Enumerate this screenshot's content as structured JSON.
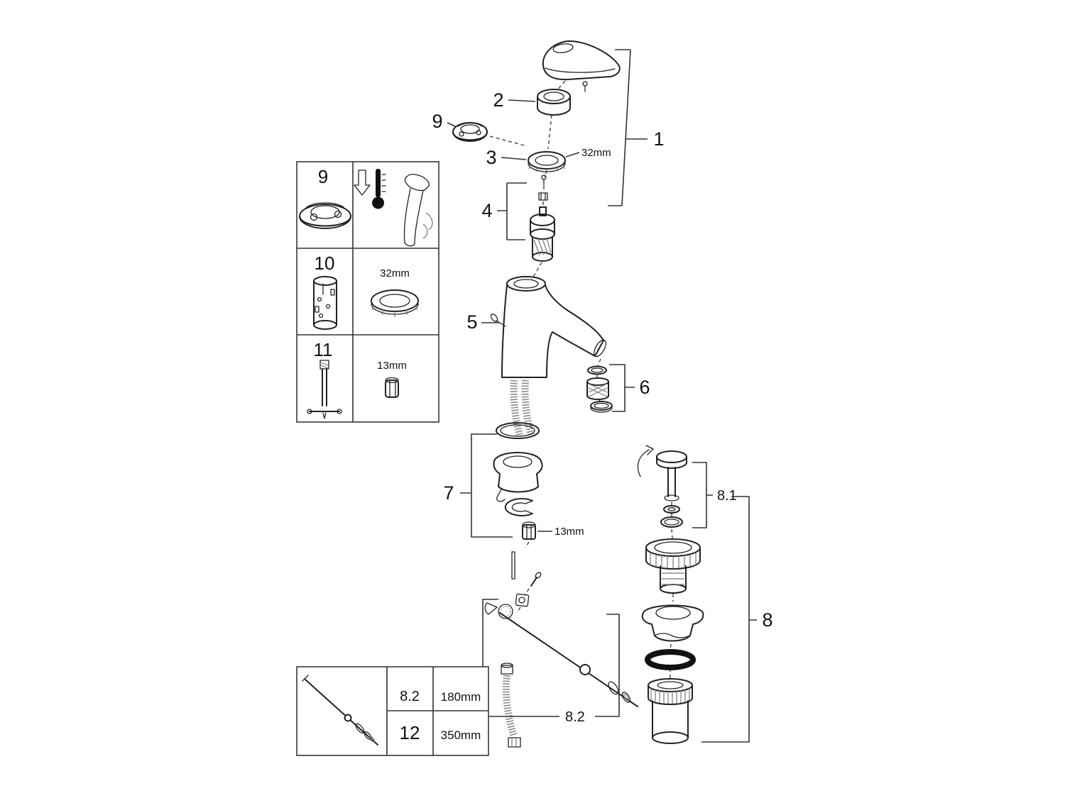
{
  "figure": {
    "type": "exploded-parts-diagram",
    "background": "#ffffff",
    "line_color": "#1a1a1a"
  },
  "callouts": {
    "part1": "1",
    "part2": "2",
    "part3": "3",
    "part3_dim": "32mm",
    "part4": "4",
    "part5": "5",
    "part6": "6",
    "part7": "7",
    "part7_dim": "13mm",
    "part8": "8",
    "part8_1": "8.1",
    "part8_2": "8.2",
    "part9": "9"
  },
  "tools_table": {
    "rows": [
      {
        "part": "9",
        "tool_size": ""
      },
      {
        "part": "10",
        "tool_size": "32mm"
      },
      {
        "part": "11",
        "tool_size": "13mm"
      }
    ]
  },
  "length_table": {
    "rows": [
      {
        "part": "8.2",
        "length": "180mm"
      },
      {
        "part": "12",
        "length": "350mm"
      }
    ]
  }
}
